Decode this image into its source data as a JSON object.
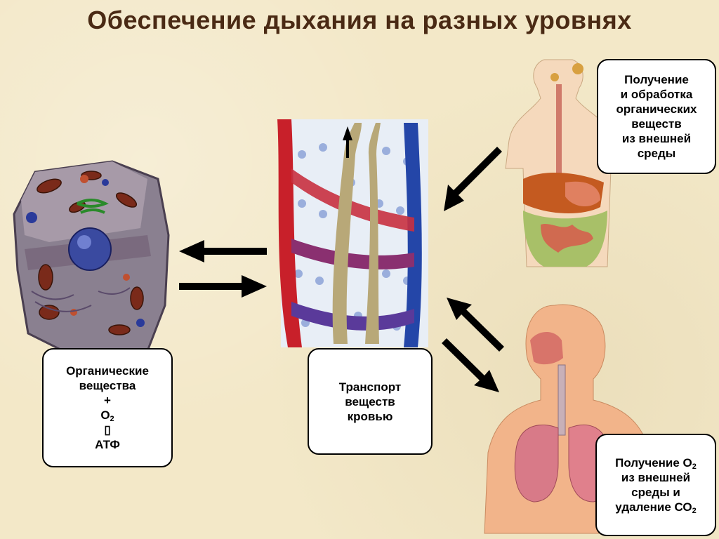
{
  "title": "Обеспечение дыхания на разных уровнях",
  "cell_box": {
    "line1": "Органические",
    "line2": "вещества",
    "line3": "+",
    "line4_main": "О",
    "line4_sub": "2",
    "line5": "▯",
    "line6": "АТФ"
  },
  "transport_box": {
    "line1": "Транспорт",
    "line2": "веществ",
    "line3": "кровью"
  },
  "digestion_box": {
    "line1": "Получение",
    "line2": "и обработка",
    "line3": "органических",
    "line4": "веществ",
    "line5": "из внешней",
    "line6": "среды"
  },
  "breathing_box": {
    "line1_main": "Получение О",
    "line1_sub": "2",
    "line2": "из внешней",
    "line3": "среды и",
    "line4_main": "удаление СО",
    "line4_sub": "2"
  },
  "colors": {
    "title": "#4a2a14",
    "background": "#f3e8c8",
    "artery": "#c8202a",
    "vein": "#2446a8",
    "skin": "#f2b48a",
    "arrow": "#000000"
  }
}
